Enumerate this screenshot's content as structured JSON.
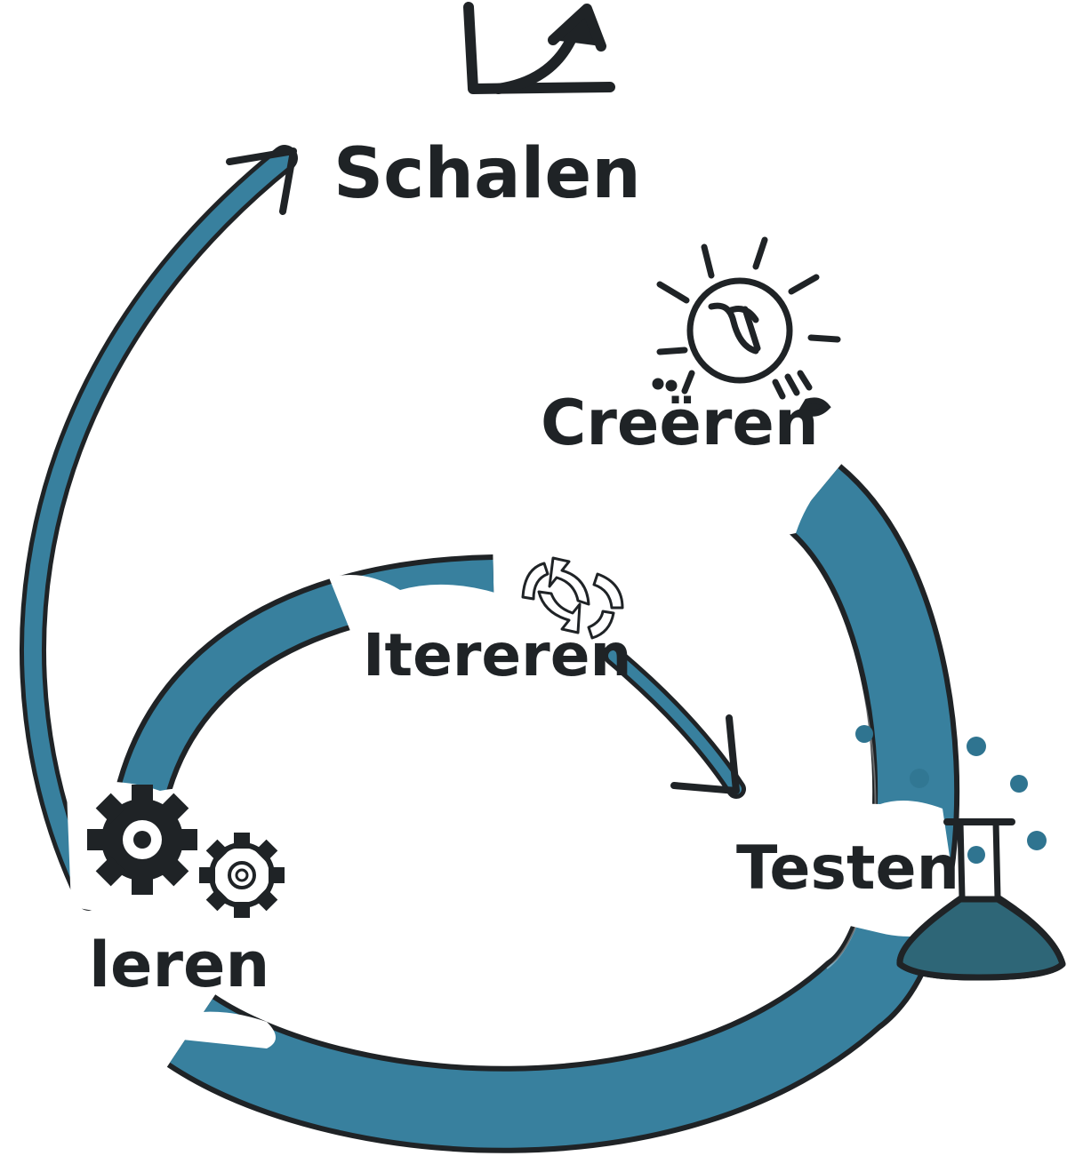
{
  "diagram": {
    "labels": {
      "schalen": "Schalen",
      "creeren": "Creëren",
      "iteren": "Itereren",
      "testen": "Testen",
      "leren": "leren"
    },
    "colors": {
      "band": "#38809e",
      "outline": "#1f2326",
      "dots": "#2f7490",
      "flask_liquid": "#2e6677"
    },
    "icons": [
      "growth-arrow-icon",
      "lightbulb-icon",
      "cycle-arrows-icon",
      "gears-icon",
      "flask-icon"
    ]
  }
}
